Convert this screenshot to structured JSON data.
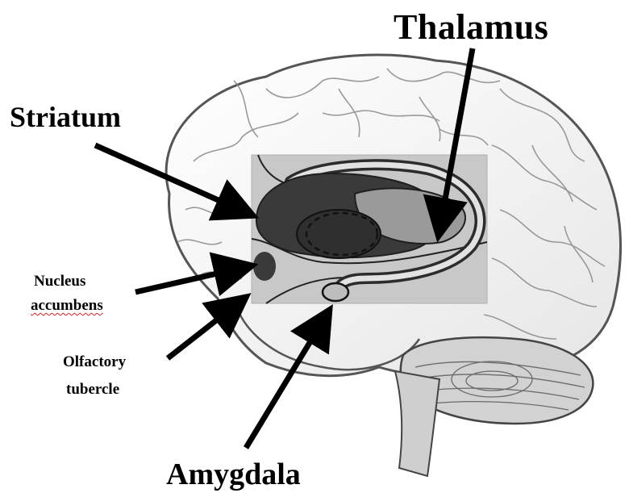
{
  "labels": {
    "thalamus": "Thalamus",
    "striatum": "Striatum",
    "nucleus_line1": "Nucleus",
    "nucleus_line2": "accumbens",
    "olfactory_line1": "Olfactory",
    "olfactory_line2": "tubercle",
    "amygdala": "Amygdala"
  },
  "colors": {
    "brain_outline": "#555555",
    "inset_background": "#c8c8c8",
    "striatum_fill": "#3a3a3a",
    "mid_gray": "#9a9a9a",
    "arrow": "#000000"
  }
}
